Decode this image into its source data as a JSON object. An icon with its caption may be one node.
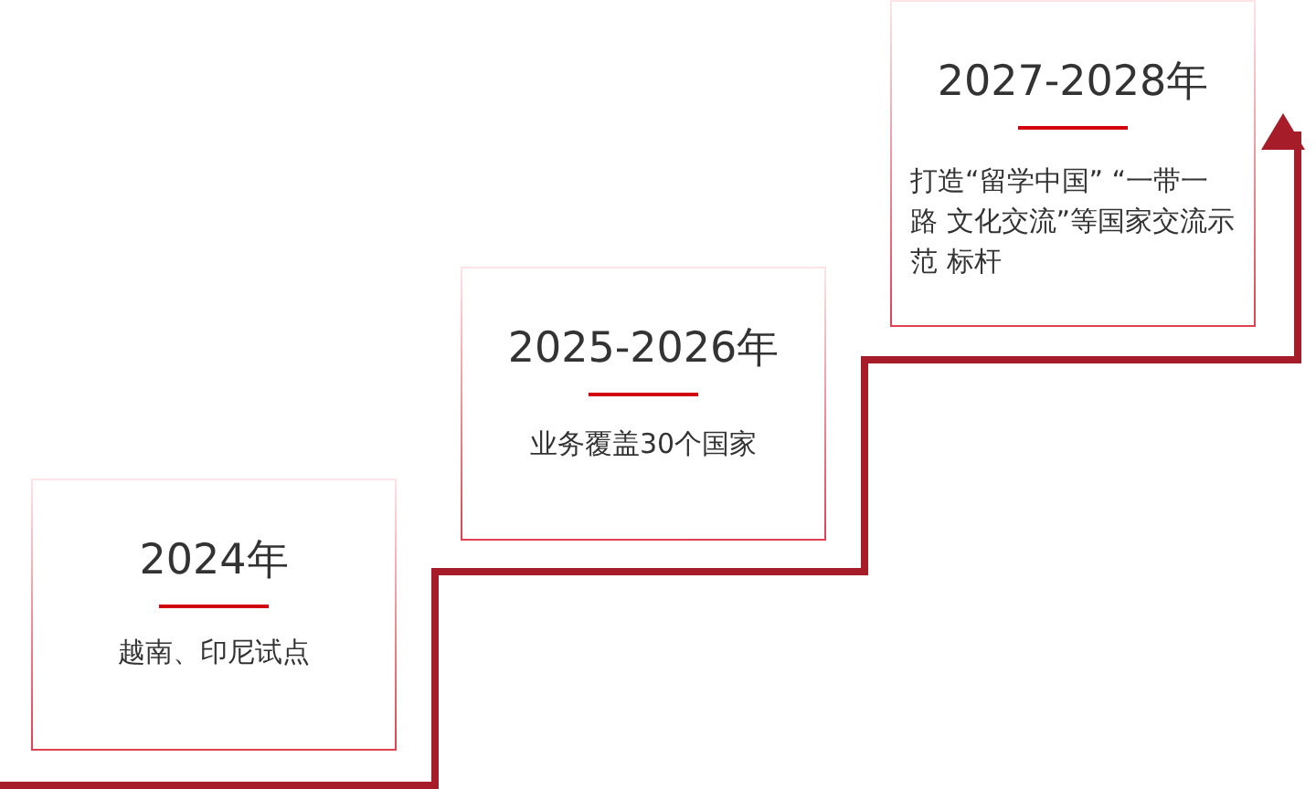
{
  "diagram": {
    "nodes": [
      {
        "text": [
          "2024年",
          "越南、印尼试点"
        ]
      },
      {
        "text": [
          "2025-2026年",
          "业务覆盖30个国家"
        ]
      },
      {
        "text": [
          "2027-2028年",
          "打造“留学中国” “一带一路 文化交流”等国家交流示范 标杆"
        ]
      }
    ]
  }
}
